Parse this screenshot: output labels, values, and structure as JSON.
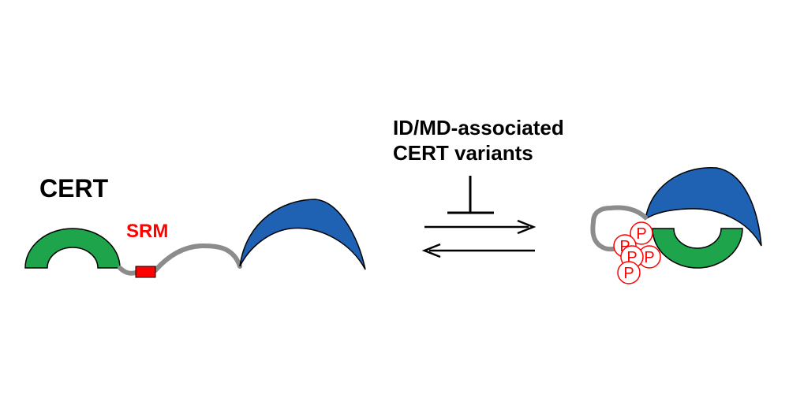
{
  "labels": {
    "protein_name": "CERT",
    "motif_name": "SRM",
    "variants_line1": "ID/MD-associated",
    "variants_line2": "CERT variants",
    "phospho_symbol": "P"
  },
  "colors": {
    "ph_domain": "#1ea44a",
    "start_domain": "#1f62b4",
    "linker": "#8c8c8c",
    "srm": "#ff0000",
    "phospho": "#ff0000",
    "text": "#000000"
  }
}
